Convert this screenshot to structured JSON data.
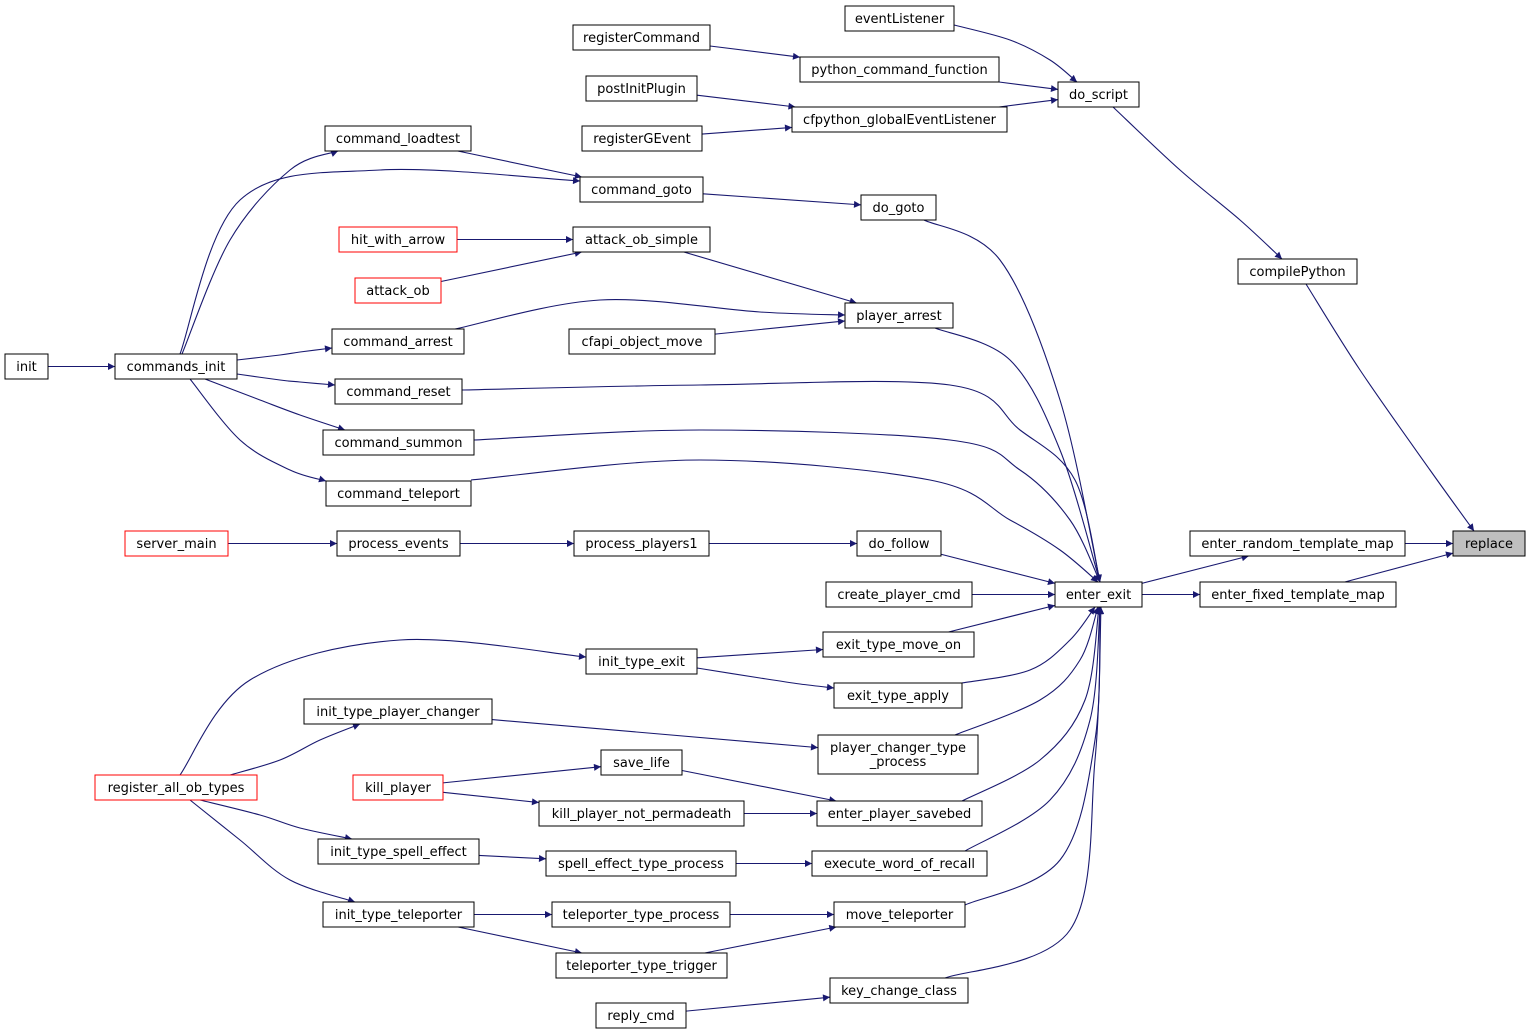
{
  "diagram": {
    "type": "call-graph",
    "colors": {
      "edge": "#191970",
      "node_border": "#000000",
      "truncated_node_border": "#ff0000",
      "highlight_fill": "#bfbfbf",
      "background": "#ffffff"
    },
    "nodes": [
      {
        "id": "replace",
        "label": "replace",
        "highlight": true
      },
      {
        "id": "compilePython",
        "label": "compilePython"
      },
      {
        "id": "do_script",
        "label": "do_script"
      },
      {
        "id": "eventListener",
        "label": "eventListener"
      },
      {
        "id": "python_command_function",
        "label": "python_command_function"
      },
      {
        "id": "registerCommand",
        "label": "registerCommand"
      },
      {
        "id": "cfpython_globalEventListener",
        "label": "cfpython_globalEventListener"
      },
      {
        "id": "postInitPlugin",
        "label": "postInitPlugin"
      },
      {
        "id": "registerGEvent",
        "label": "registerGEvent"
      },
      {
        "id": "enter_random_template_map",
        "label": "enter_random_template_map"
      },
      {
        "id": "enter_fixed_template_map",
        "label": "enter_fixed_template_map"
      },
      {
        "id": "enter_exit",
        "label": "enter_exit"
      },
      {
        "id": "do_goto",
        "label": "do_goto"
      },
      {
        "id": "command_goto",
        "label": "command_goto"
      },
      {
        "id": "command_loadtest",
        "label": "command_loadtest"
      },
      {
        "id": "commands_init",
        "label": "commands_init"
      },
      {
        "id": "init",
        "label": "init"
      },
      {
        "id": "player_arrest",
        "label": "player_arrest"
      },
      {
        "id": "attack_ob_simple",
        "label": "attack_ob_simple"
      },
      {
        "id": "hit_with_arrow",
        "label": "hit_with_arrow",
        "truncated": true
      },
      {
        "id": "attack_ob",
        "label": "attack_ob",
        "truncated": true
      },
      {
        "id": "command_arrest",
        "label": "command_arrest"
      },
      {
        "id": "cfapi_object_move",
        "label": "cfapi_object_move"
      },
      {
        "id": "command_reset",
        "label": "command_reset"
      },
      {
        "id": "command_summon",
        "label": "command_summon"
      },
      {
        "id": "command_teleport",
        "label": "command_teleport"
      },
      {
        "id": "do_follow",
        "label": "do_follow"
      },
      {
        "id": "process_players1",
        "label": "process_players1"
      },
      {
        "id": "process_events",
        "label": "process_events"
      },
      {
        "id": "server_main",
        "label": "server_main",
        "truncated": true
      },
      {
        "id": "create_player_cmd",
        "label": "create_player_cmd"
      },
      {
        "id": "exit_type_move_on",
        "label": "exit_type_move_on"
      },
      {
        "id": "init_type_exit",
        "label": "init_type_exit"
      },
      {
        "id": "register_all_ob_types",
        "label": "register_all_ob_types",
        "truncated": true
      },
      {
        "id": "exit_type_apply",
        "label": "exit_type_apply"
      },
      {
        "id": "player_changer_type_process",
        "label": "player_changer_type\n_process"
      },
      {
        "id": "init_type_player_changer",
        "label": "init_type_player_changer"
      },
      {
        "id": "enter_player_savebed",
        "label": "enter_player_savebed"
      },
      {
        "id": "save_life",
        "label": "save_life"
      },
      {
        "id": "kill_player",
        "label": "kill_player",
        "truncated": true
      },
      {
        "id": "kill_player_not_permadeath",
        "label": "kill_player_not_permadeath"
      },
      {
        "id": "execute_word_of_recall",
        "label": "execute_word_of_recall"
      },
      {
        "id": "spell_effect_type_process",
        "label": "spell_effect_type_process"
      },
      {
        "id": "init_type_spell_effect",
        "label": "init_type_spell_effect"
      },
      {
        "id": "move_teleporter",
        "label": "move_teleporter"
      },
      {
        "id": "teleporter_type_process",
        "label": "teleporter_type_process"
      },
      {
        "id": "teleporter_type_trigger",
        "label": "teleporter_type_trigger"
      },
      {
        "id": "init_type_teleporter",
        "label": "init_type_teleporter"
      },
      {
        "id": "key_change_class",
        "label": "key_change_class"
      },
      {
        "id": "reply_cmd",
        "label": "reply_cmd"
      }
    ],
    "edges": [
      {
        "from": "compilePython",
        "to": "replace"
      },
      {
        "from": "enter_random_template_map",
        "to": "replace"
      },
      {
        "from": "enter_fixed_template_map",
        "to": "replace"
      },
      {
        "from": "do_script",
        "to": "compilePython"
      },
      {
        "from": "eventListener",
        "to": "do_script"
      },
      {
        "from": "python_command_function",
        "to": "do_script"
      },
      {
        "from": "cfpython_globalEventListener",
        "to": "do_script"
      },
      {
        "from": "registerCommand",
        "to": "python_command_function"
      },
      {
        "from": "postInitPlugin",
        "to": "cfpython_globalEventListener"
      },
      {
        "from": "registerGEvent",
        "to": "cfpython_globalEventListener"
      },
      {
        "from": "enter_exit",
        "to": "enter_random_template_map"
      },
      {
        "from": "enter_exit",
        "to": "enter_fixed_template_map"
      },
      {
        "from": "do_goto",
        "to": "enter_exit"
      },
      {
        "from": "player_arrest",
        "to": "enter_exit"
      },
      {
        "from": "command_reset",
        "to": "enter_exit"
      },
      {
        "from": "command_summon",
        "to": "enter_exit"
      },
      {
        "from": "command_teleport",
        "to": "enter_exit"
      },
      {
        "from": "do_follow",
        "to": "enter_exit"
      },
      {
        "from": "create_player_cmd",
        "to": "enter_exit"
      },
      {
        "from": "exit_type_move_on",
        "to": "enter_exit"
      },
      {
        "from": "exit_type_apply",
        "to": "enter_exit"
      },
      {
        "from": "player_changer_type_process",
        "to": "enter_exit"
      },
      {
        "from": "enter_player_savebed",
        "to": "enter_exit"
      },
      {
        "from": "execute_word_of_recall",
        "to": "enter_exit"
      },
      {
        "from": "move_teleporter",
        "to": "enter_exit"
      },
      {
        "from": "key_change_class",
        "to": "enter_exit"
      },
      {
        "from": "command_goto",
        "to": "do_goto"
      },
      {
        "from": "command_loadtest",
        "to": "command_goto"
      },
      {
        "from": "commands_init",
        "to": "command_goto"
      },
      {
        "from": "commands_init",
        "to": "command_loadtest"
      },
      {
        "from": "commands_init",
        "to": "command_arrest"
      },
      {
        "from": "commands_init",
        "to": "command_reset"
      },
      {
        "from": "commands_init",
        "to": "command_summon"
      },
      {
        "from": "commands_init",
        "to": "command_teleport"
      },
      {
        "from": "init",
        "to": "commands_init"
      },
      {
        "from": "attack_ob_simple",
        "to": "player_arrest"
      },
      {
        "from": "command_arrest",
        "to": "player_arrest"
      },
      {
        "from": "cfapi_object_move",
        "to": "player_arrest"
      },
      {
        "from": "hit_with_arrow",
        "to": "attack_ob_simple"
      },
      {
        "from": "attack_ob",
        "to": "attack_ob_simple"
      },
      {
        "from": "process_players1",
        "to": "do_follow"
      },
      {
        "from": "process_events",
        "to": "process_players1"
      },
      {
        "from": "server_main",
        "to": "process_events"
      },
      {
        "from": "init_type_exit",
        "to": "exit_type_move_on"
      },
      {
        "from": "init_type_exit",
        "to": "exit_type_apply"
      },
      {
        "from": "register_all_ob_types",
        "to": "init_type_exit"
      },
      {
        "from": "register_all_ob_types",
        "to": "init_type_player_changer"
      },
      {
        "from": "register_all_ob_types",
        "to": "init_type_spell_effect"
      },
      {
        "from": "register_all_ob_types",
        "to": "init_type_teleporter"
      },
      {
        "from": "init_type_player_changer",
        "to": "player_changer_type_process"
      },
      {
        "from": "save_life",
        "to": "enter_player_savebed"
      },
      {
        "from": "kill_player_not_permadeath",
        "to": "enter_player_savebed"
      },
      {
        "from": "kill_player",
        "to": "save_life"
      },
      {
        "from": "kill_player",
        "to": "kill_player_not_permadeath"
      },
      {
        "from": "spell_effect_type_process",
        "to": "execute_word_of_recall"
      },
      {
        "from": "init_type_spell_effect",
        "to": "spell_effect_type_process"
      },
      {
        "from": "teleporter_type_process",
        "to": "move_teleporter"
      },
      {
        "from": "teleporter_type_trigger",
        "to": "move_teleporter"
      },
      {
        "from": "init_type_teleporter",
        "to": "teleporter_type_process"
      },
      {
        "from": "init_type_teleporter",
        "to": "teleporter_type_trigger"
      },
      {
        "from": "reply_cmd",
        "to": "key_change_class"
      }
    ]
  }
}
